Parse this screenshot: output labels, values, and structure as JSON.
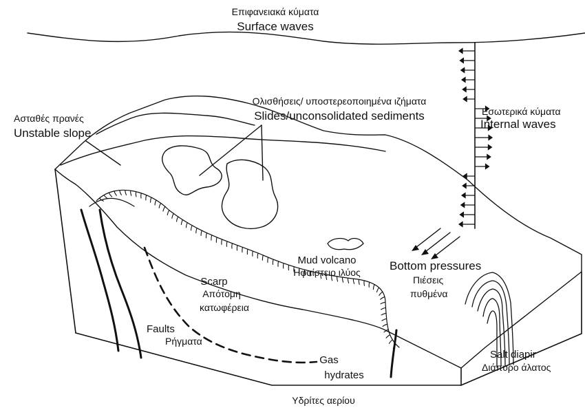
{
  "surface_waves": {
    "greek": "Επιφανειακά κύματα",
    "english": "Surface waves"
  },
  "slides": {
    "greek": "Ολισθήσεις/ υποστερεοποιημένα ιζήματα",
    "english": "Slides/unconsolidated sediments"
  },
  "unstable_slope": {
    "greek": "Ασταθές πρανές",
    "english": "Unstable slope"
  },
  "internal_waves": {
    "greek": "Εσωτερικά κύματα",
    "english": "Internal waves"
  },
  "mud_volcano": {
    "english": "Mud volcano",
    "greek": "Ηφαίστειο ιλύος"
  },
  "bottom_pressures": {
    "english": "Bottom pressures",
    "greek_line1": "Πιέσεις",
    "greek_line2": "πυθμένα"
  },
  "scarp": {
    "english": "Scarp",
    "greek_line1": "Απότομη",
    "greek_line2": "κατωφέρεια"
  },
  "faults": {
    "english": "Faults",
    "greek": "Ρήγματα"
  },
  "gas_hydrates": {
    "english_line1": "Gas",
    "english_line2": "hydrates",
    "greek": "Υδρίτες αερίου"
  },
  "salt_diapir": {
    "english": "Salt diapir",
    "greek": "Διάπυρο άλατος"
  },
  "colors": {
    "ink": "#111111",
    "background": "#ffffff"
  }
}
